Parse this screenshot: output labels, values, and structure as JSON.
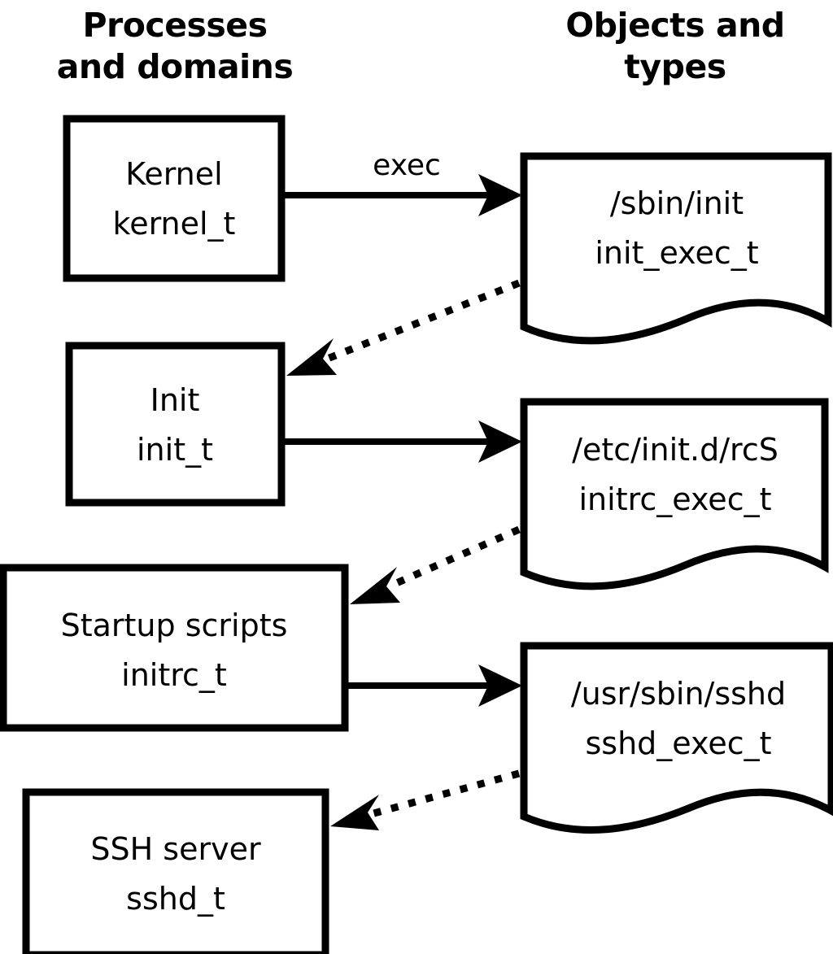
{
  "diagram": {
    "title_columns": [
      {
        "id": "processes",
        "line1": "Processes",
        "line2": "and domains"
      },
      {
        "id": "objects",
        "line1": "Objects and",
        "line2": "types"
      }
    ],
    "process_nodes": [
      {
        "id": "kernel",
        "line1": "Kernel",
        "line2": "kernel_t"
      },
      {
        "id": "init",
        "line1": "Init",
        "line2": "init_t"
      },
      {
        "id": "initrc",
        "line1": "Startup scripts",
        "line2": "initrc_t"
      },
      {
        "id": "sshd",
        "line1": "SSH server",
        "line2": "sshd_t"
      }
    ],
    "object_nodes": [
      {
        "id": "init_exec",
        "line1": "/sbin/init",
        "line2": "init_exec_t"
      },
      {
        "id": "initrc_exec",
        "line1": "/etc/init.d/rcS",
        "line2": "initrc_exec_t"
      },
      {
        "id": "sshd_exec",
        "line1": "/usr/sbin/sshd",
        "line2": "sshd_exec_t"
      }
    ],
    "edges": [
      {
        "id": "kernel-exec-init",
        "label": "exec",
        "style": "solid",
        "from": "kernel",
        "to": "init_exec"
      },
      {
        "id": "init_exec-transition-init",
        "label": "",
        "style": "dotted",
        "from": "init_exec",
        "to": "init"
      },
      {
        "id": "init-exec-initrc",
        "label": "",
        "style": "solid",
        "from": "init",
        "to": "initrc_exec"
      },
      {
        "id": "initrc_exec-transition-initrc",
        "label": "",
        "style": "dotted",
        "from": "initrc_exec",
        "to": "initrc"
      },
      {
        "id": "initrc-exec-sshd",
        "label": "",
        "style": "solid",
        "from": "initrc",
        "to": "sshd_exec"
      },
      {
        "id": "sshd_exec-transition-sshd",
        "label": "",
        "style": "dotted",
        "from": "sshd_exec",
        "to": "sshd"
      }
    ],
    "colors": {
      "background": "#ffffff",
      "stroke": "#000000",
      "text": "#000000"
    }
  }
}
